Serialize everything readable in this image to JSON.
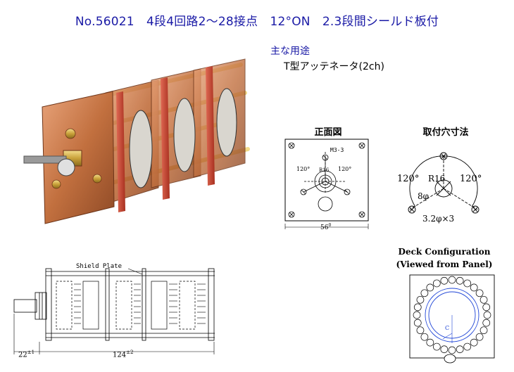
{
  "title": "No.56021　4段4回路2～28接点　12°ON　2.3段間シールド板付",
  "usage": {
    "heading": "主な用途",
    "item": "T型アッテネータ(2ch)"
  },
  "front_view": {
    "label": "正面図",
    "screw_label": "M3-3",
    "angle_left": "120°",
    "angle_right": "120°",
    "center_label": "R16",
    "width_dim": "56",
    "width_dim_sup": "0"
  },
  "mount_hole": {
    "label": "取付穴寸法",
    "angle_left": "120°",
    "angle_right": "120°",
    "radius": "R16",
    "center_hole": "8φ",
    "mount_holes": "3.2φ×3"
  },
  "side_view": {
    "shield_label": "Shield Plate",
    "shaft_dim": "22",
    "shaft_tol": "±1",
    "length_dim": "124",
    "length_tol": "±2"
  },
  "deck": {
    "title_line1": "Deck Configuration",
    "title_line2": "(Viewed from Panel)",
    "center_mark": "C",
    "contact_count": 28
  },
  "colors": {
    "title": "#1a1aa6",
    "copper": "#c2703f",
    "red_band": "#c8402e",
    "brass": "#c9a23a",
    "blue": "#1d43d6"
  }
}
